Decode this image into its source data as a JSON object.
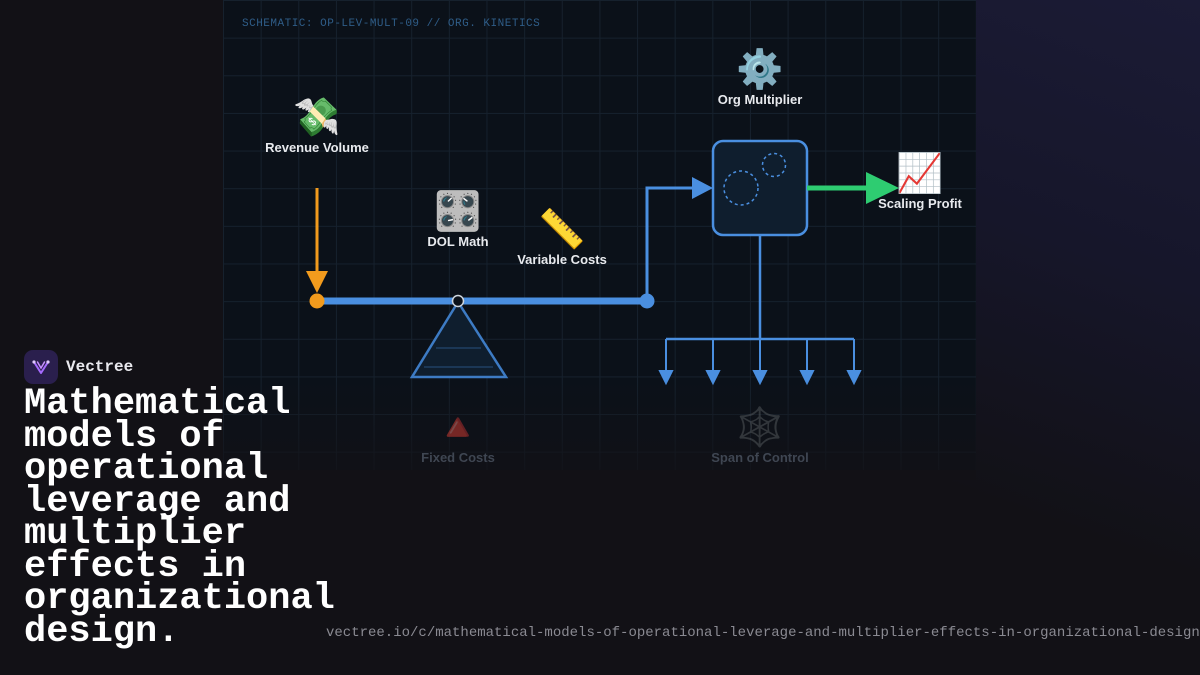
{
  "schematic_label": "SCHEMATIC: OP-LEV-MULT-09 // ORG. KINETICS",
  "nodes": {
    "revenue_volume": {
      "icon": "money-with-wings-icon",
      "emoji": "💸",
      "label": "Revenue Volume"
    },
    "dol_math": {
      "icon": "control-knobs-icon",
      "emoji": "🎛️",
      "label": "DOL Math"
    },
    "variable_costs": {
      "icon": "ruler-icon",
      "emoji": "📏",
      "label": "Variable Costs"
    },
    "org_multiplier": {
      "icon": "gear-icon",
      "emoji": "⚙️",
      "label": "Org Multiplier"
    },
    "scaling_profit": {
      "icon": "chart-increasing-icon",
      "emoji": "📈",
      "label": "Scaling Profit"
    },
    "fixed_costs": {
      "icon": "red-triangle-icon",
      "emoji": "🔺",
      "label": "Fixed Costs"
    },
    "span_of_control": {
      "icon": "spider-web-icon",
      "emoji": "🕸️",
      "label": "Span of Control"
    }
  },
  "brand": {
    "name": "Vectree"
  },
  "headline": "Mathematical models of operational leverage and multiplier effects in organizational design.",
  "url": "vectree.io/c/mathematical-models-of-operational-leverage-and-multiplier-effects-in-organizational-design",
  "colors": {
    "revenue_arrow": "#f29b1d",
    "lever": "#4a8fe0",
    "profit_arrow": "#2ecc71",
    "box_stroke": "#4a8fe0",
    "box_fill": "#0f1e2e",
    "fulcrum": "#3d7bc4"
  }
}
